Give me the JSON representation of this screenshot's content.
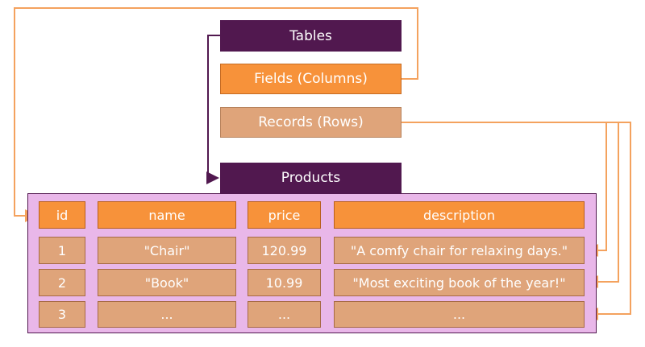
{
  "legend": {
    "tables": "Tables",
    "fields": "Fields (Columns)",
    "records": "Records (Rows)"
  },
  "table": {
    "name": "Products",
    "columns": [
      "id",
      "name",
      "price",
      "description"
    ],
    "rows": [
      [
        "1",
        "\"Chair\"",
        "120.99",
        "\"A comfy chair for relaxing days.\""
      ],
      [
        "2",
        "\"Book\"",
        "10.99",
        "\"Most exciting book of the year!\""
      ],
      [
        "3",
        "...",
        "...",
        "..."
      ]
    ]
  },
  "colors": {
    "tables": "#51184f",
    "fields": "#f7923a",
    "records": "#dfa47a",
    "frame": "#e9b7e9",
    "connector_dark": "#51184f",
    "connector_orange": "#f4a25e"
  }
}
